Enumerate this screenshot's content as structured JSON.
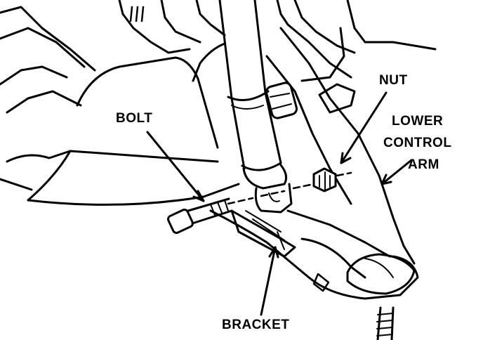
{
  "labels": {
    "bolt": "BOLT",
    "nut": "NUT",
    "lower_control_arm": [
      "LOWER",
      "CONTROL",
      "ARM"
    ],
    "bracket": "BRACKET"
  },
  "colors": {
    "ink": "#000000",
    "paper": "#ffffff"
  }
}
